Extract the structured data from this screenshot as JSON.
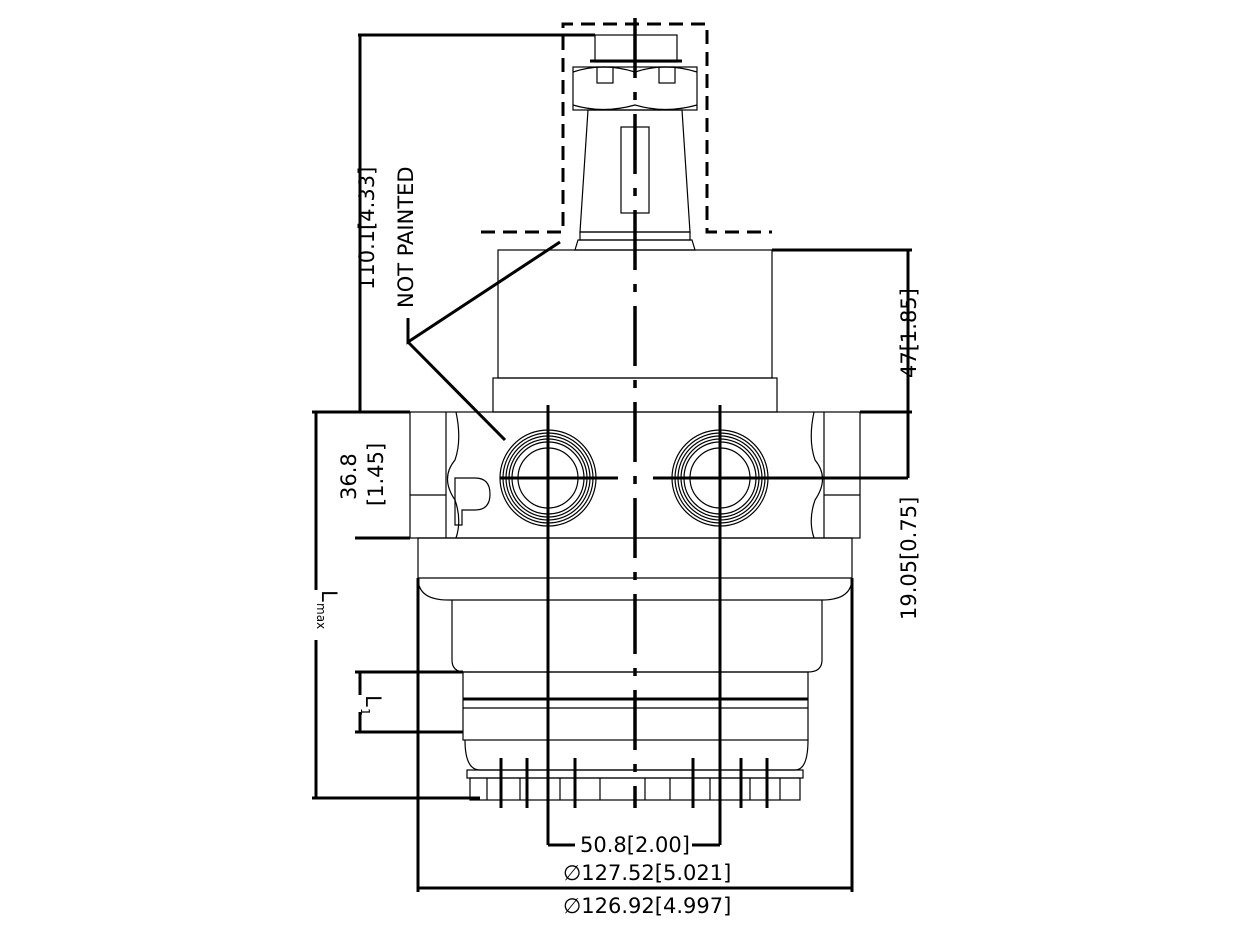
{
  "drawing": {
    "dim_overall_height": "110.1[4.33]",
    "note_not_painted": "NOT PAINTED",
    "dim_body_height": "47[1.85]",
    "dim_block_height_mm": "36.8",
    "dim_block_height_in": "[1.45]",
    "dim_port_offset": "19.05[0.75]",
    "dim_lmax_letter": "L",
    "dim_lmax_sub": "max",
    "dim_l1_letter": "L",
    "dim_l1_sub": "1",
    "dim_port_spacing": "50.8[2.00]",
    "dim_pilot_max": "∅127.52[5.021]",
    "dim_pilot_min": "∅126.92[4.997]",
    "port_label": "P"
  }
}
